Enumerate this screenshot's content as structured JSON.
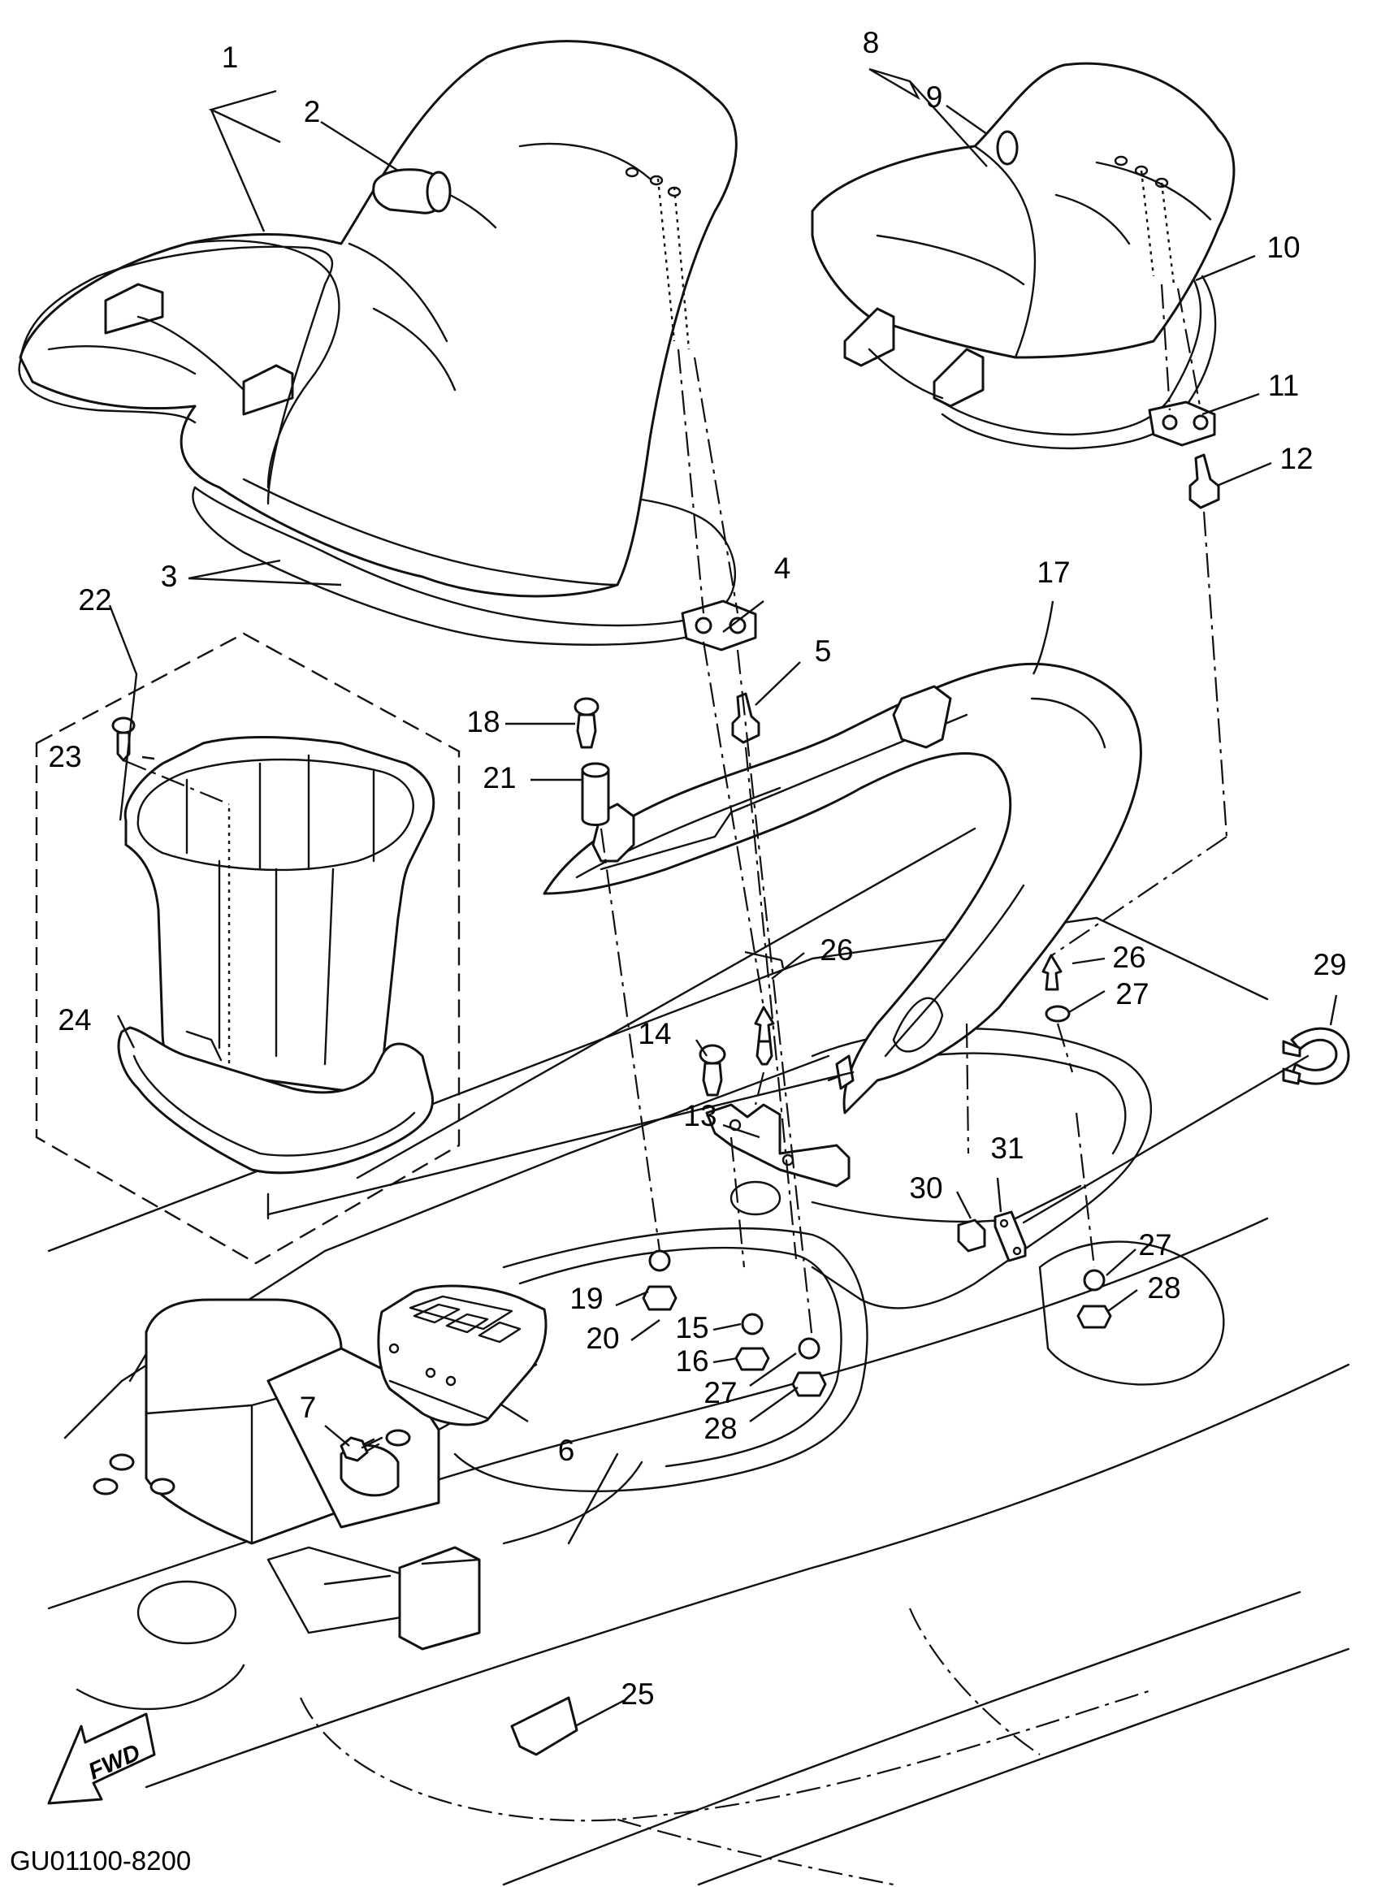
{
  "diagram": {
    "code": "GU01100-8200",
    "direction_label": "FWD",
    "part_numbers": [
      "1",
      "2",
      "3",
      "4",
      "5",
      "6",
      "7",
      "8",
      "9",
      "10",
      "11",
      "12",
      "13",
      "14",
      "15",
      "16",
      "17",
      "18",
      "19",
      "20",
      "21",
      "22",
      "23",
      "24",
      "25",
      "26",
      "26",
      "27",
      "27",
      "27",
      "28",
      "28",
      "29",
      "30",
      "31"
    ]
  }
}
